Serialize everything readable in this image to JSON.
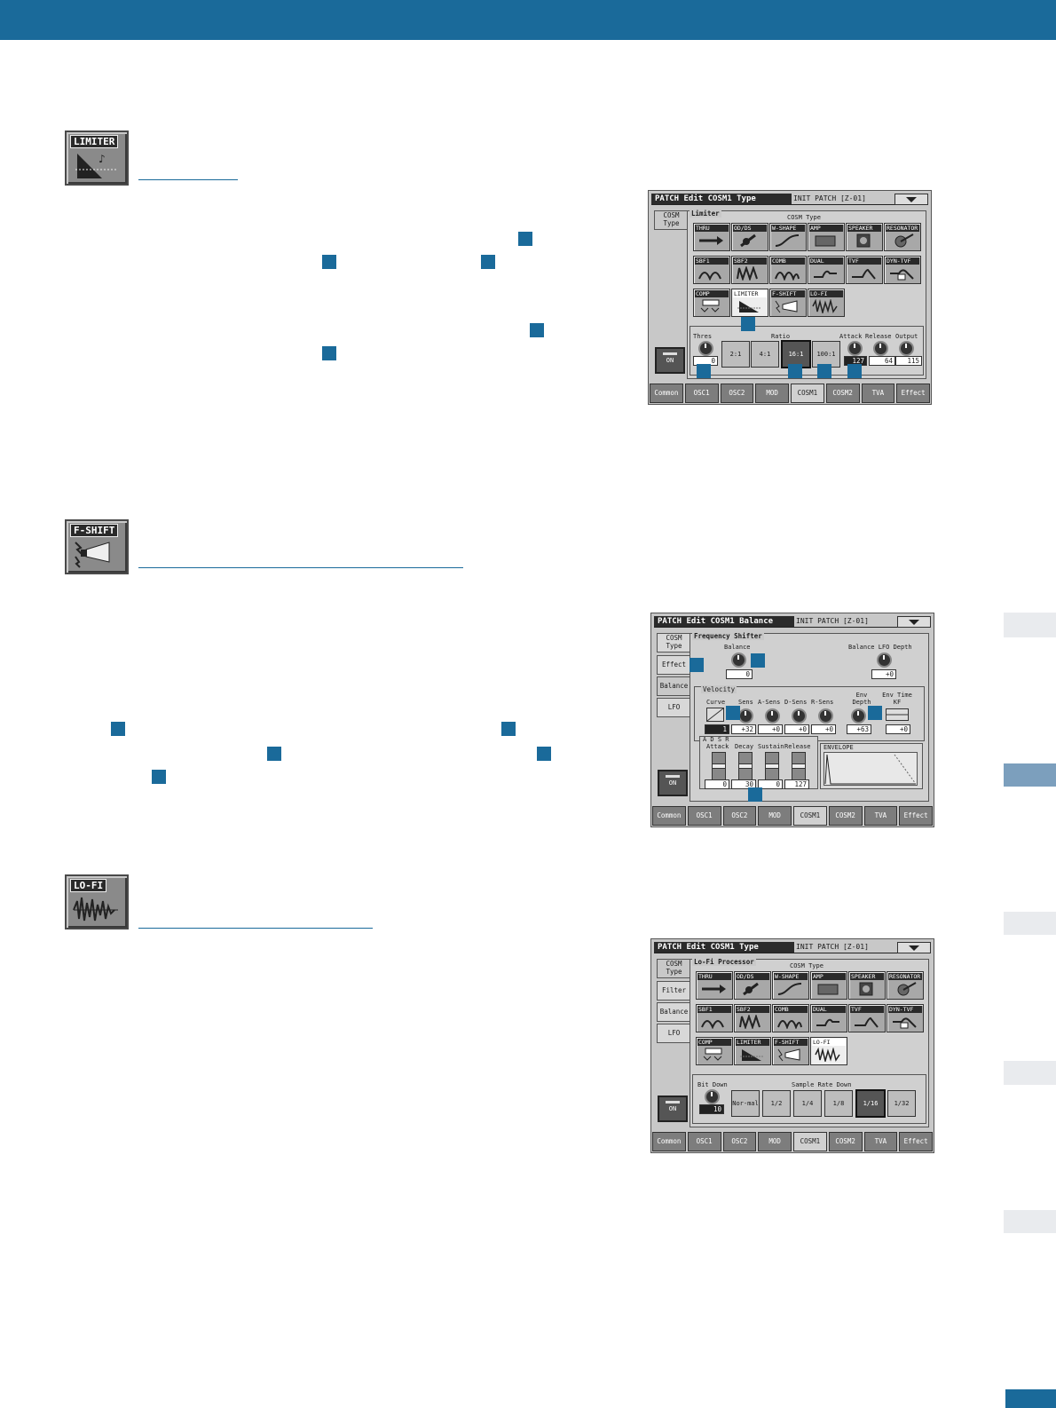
{
  "header": {
    "color": "#1a6a9a"
  },
  "sections": {
    "limiter": {
      "icon_label": "LIMITER"
    },
    "fshift": {
      "icon_label": "F-SHIFT"
    },
    "lofi": {
      "icon_label": "LO-FI"
    }
  },
  "screen1": {
    "title": "PATCH Edit COSM1 Type",
    "patch": "INIT PATCH   [Z-01]",
    "tab_cosm_type": "COSM Type",
    "effect_name": "Limiter",
    "cosm_type_label": "COSM Type",
    "types": [
      "THRU",
      "OD/DS",
      "W-SHAPE",
      "AMP",
      "SPEAKER",
      "RESONATOR",
      "SBF1",
      "SBF2",
      "COMB",
      "DUAL",
      "TVF",
      "DYN-TVF",
      "COMP",
      "LIMITER",
      "F-SHIFT",
      "LO-FI"
    ],
    "on_label": "ON",
    "thres_label": "Thres",
    "thres_value": "0",
    "ratio_label": "Ratio",
    "ratios": [
      "2:1",
      "4:1",
      "16:1",
      "100:1"
    ],
    "attack_label": "Attack",
    "release_label": "Release",
    "output_label": "Output",
    "attack_value": "127",
    "release_value": "64",
    "output_value": "115"
  },
  "screen2": {
    "title": "PATCH Edit COSM1 Balance",
    "patch": "INIT PATCH   [Z-01]",
    "tab_cosm_type": "COSM Type",
    "tab_effect": "Effect",
    "tab_balance": "Balance",
    "tab_lfo": "LFO",
    "effect_name": "Frequency Shifter",
    "balance_label": "Balance",
    "balance_value": "0",
    "balance_lfo_label": "Balance LFO Depth",
    "balance_lfo_value": "+0",
    "velocity_label": "Velocity",
    "curve_label": "Curve",
    "sens_label": "Sens",
    "asens_label": "A-Sens",
    "dsens_label": "D-Sens",
    "rsens_label": "R-Sens",
    "curve_value": "1",
    "sens_value": "+32",
    "asens_value": "+0",
    "dsens_value": "+0",
    "rsens_value": "+0",
    "env_depth_label": "Env Depth",
    "env_timekf_label": "Env Time KF",
    "env_depth_value": "+63",
    "env_timekf_value": "+0",
    "adsr_label": "A D S R",
    "attack_label": "Attack",
    "decay_label": "Decay",
    "sustain_label": "Sustain",
    "release_label": "Release",
    "attack_value": "0",
    "decay_value": "30",
    "sustain_value": "0",
    "release_value": "127",
    "envelope_label": "ENVELOPE",
    "on_label": "ON"
  },
  "screen3": {
    "title": "PATCH Edit COSM1 Type",
    "patch": "INIT PATCH   [Z-01]",
    "tab_cosm_type": "COSM Type",
    "tab_filter": "Filter",
    "tab_balance": "Balance",
    "tab_lfo": "LFO",
    "effect_name": "Lo-Fi Processor",
    "cosm_type_label": "COSM Type",
    "types": [
      "THRU",
      "OD/DS",
      "W-SHAPE",
      "AMP",
      "SPEAKER",
      "RESONATOR",
      "SBF1",
      "SBF2",
      "COMB",
      "DUAL",
      "TVF",
      "DYN-TVF",
      "COMP",
      "LIMITER",
      "F-SHIFT",
      "LO-FI"
    ],
    "bitdown_label": "Bit Down",
    "bitdown_value": "10",
    "srd_label": "Sample Rate Down",
    "rates": [
      "Nor-mal",
      "1/2",
      "1/4",
      "1/8",
      "1/16",
      "1/32"
    ],
    "on_label": "ON"
  },
  "bottom_tabs": [
    "Common",
    "OSC1",
    "OSC2",
    "MOD",
    "COSM1",
    "COSM2",
    "TVA",
    "Effect"
  ]
}
